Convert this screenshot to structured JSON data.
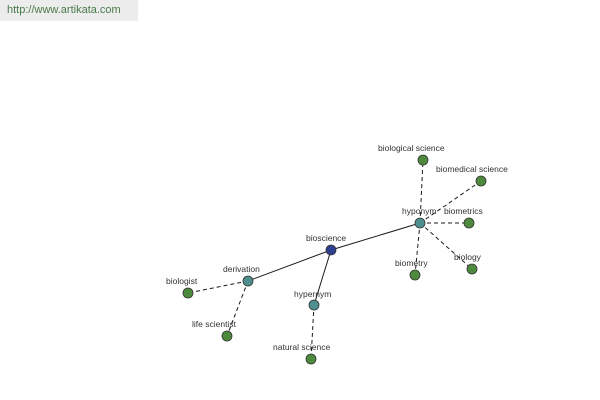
{
  "watermark": "http://www.artikata.com",
  "colors": {
    "root": "#2e3f8f",
    "relation": "#4f8f8f",
    "leaf": "#4e8a3e"
  },
  "graph": {
    "root": "bioscience",
    "relations": [
      "derivation",
      "hypernym",
      "hyponym"
    ],
    "nodes": [
      {
        "id": "bioscience",
        "label": "bioscience",
        "kind": "root"
      },
      {
        "id": "derivation",
        "label": "derivation",
        "kind": "relation"
      },
      {
        "id": "hypernym",
        "label": "hypernym",
        "kind": "relation"
      },
      {
        "id": "hyponym",
        "label": "hyponym",
        "kind": "relation"
      },
      {
        "id": "biologist",
        "label": "biologist",
        "kind": "leaf"
      },
      {
        "id": "life-scientist",
        "label": "life scientist",
        "kind": "leaf"
      },
      {
        "id": "natural-science",
        "label": "natural science",
        "kind": "leaf"
      },
      {
        "id": "biological-science",
        "label": "biological science",
        "kind": "leaf"
      },
      {
        "id": "biomedical-science",
        "label": "biomedical science",
        "kind": "leaf"
      },
      {
        "id": "biometrics",
        "label": "biometrics",
        "kind": "leaf"
      },
      {
        "id": "biometry",
        "label": "biometry",
        "kind": "leaf"
      },
      {
        "id": "biology",
        "label": "biology",
        "kind": "leaf"
      }
    ],
    "edges": [
      {
        "from": "bioscience",
        "to": "derivation",
        "style": "solid"
      },
      {
        "from": "bioscience",
        "to": "hypernym",
        "style": "solid"
      },
      {
        "from": "bioscience",
        "to": "hyponym",
        "style": "solid"
      },
      {
        "from": "derivation",
        "to": "biologist",
        "style": "dashed"
      },
      {
        "from": "derivation",
        "to": "life-scientist",
        "style": "dashed"
      },
      {
        "from": "hypernym",
        "to": "natural-science",
        "style": "dashed"
      },
      {
        "from": "hyponym",
        "to": "biological-science",
        "style": "dashed"
      },
      {
        "from": "hyponym",
        "to": "biomedical-science",
        "style": "dashed"
      },
      {
        "from": "hyponym",
        "to": "biometrics",
        "style": "dashed"
      },
      {
        "from": "hyponym",
        "to": "biometry",
        "style": "dashed"
      },
      {
        "from": "hyponym",
        "to": "biology",
        "style": "dashed"
      }
    ]
  }
}
